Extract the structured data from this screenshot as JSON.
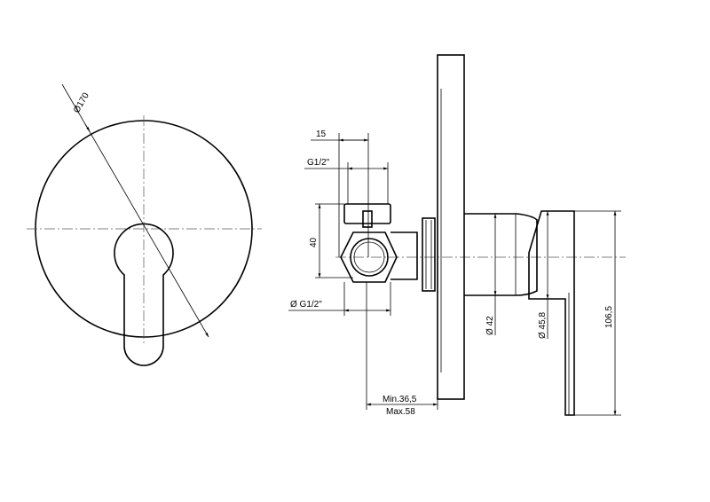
{
  "drawing": {
    "front_view": {
      "diameter_label": "Ø170"
    },
    "side_view": {
      "dim_15": "15",
      "dim_g12_top": "G1/2\"",
      "dim_40": "40",
      "dim_g12_bottom": "Ø G1/2\"",
      "dim_42": "Ø 42",
      "dim_458": "Ø 45,8",
      "dim_1065": "106,5",
      "depth_min": "Min.36,5",
      "depth_max": "Max.58"
    }
  }
}
